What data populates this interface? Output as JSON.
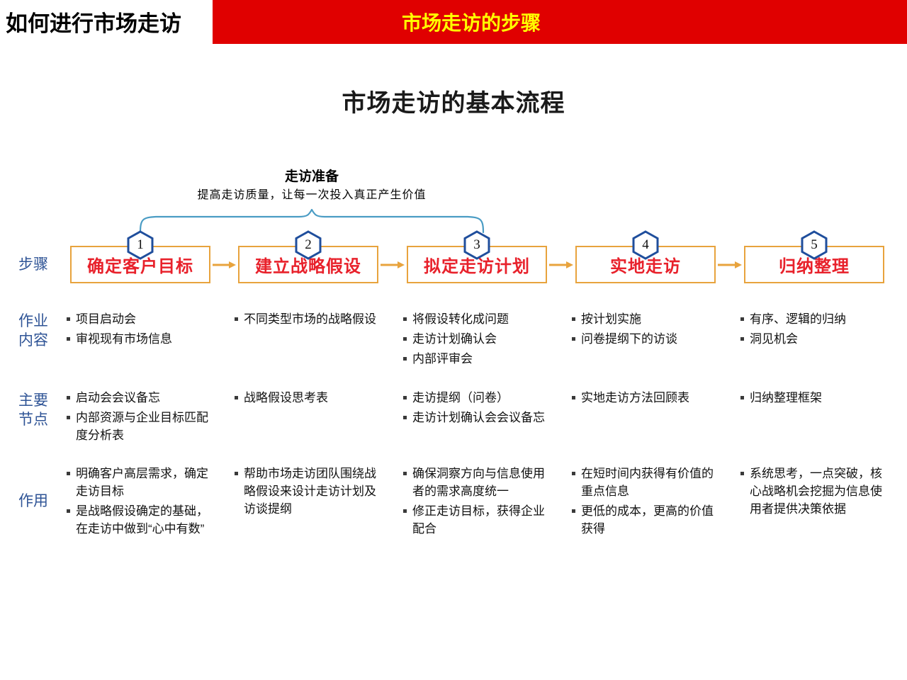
{
  "header": {
    "left_title": "如何进行市场走访",
    "center_title": "市场走访的步骤",
    "bar_color": "#e00000",
    "center_title_color": "#ffff00"
  },
  "slide": {
    "title": "市场走访的基本流程"
  },
  "prep": {
    "title": "走访准备",
    "subtitle": "提高走访质量，让每一次投入真正产生价值",
    "brace_color": "#4a9cc4",
    "spans_steps": [
      1,
      3
    ]
  },
  "row_labels": {
    "steps": "步骤",
    "tasks": "作业\n内容",
    "tasks_line1": "作业",
    "tasks_line2": "内容",
    "nodes_line1": "主要",
    "nodes_line2": "节点",
    "role": "作用",
    "color": "#2f5496"
  },
  "theme": {
    "box_border": "#e8a33d",
    "box_label": "#e8212b",
    "arrow": "#e8a33d",
    "hex_stroke": "#1f4e9c",
    "bullet": "#3a3a3a"
  },
  "steps": [
    {
      "number": "1",
      "label": "确定客户目标",
      "tasks": [
        "项目启动会",
        "审视现有市场信息"
      ],
      "nodes": [
        "启动会会议备忘",
        "内部资源与企业目标匹配度分析表"
      ],
      "role": [
        "明确客户高层需求，确定走访目标",
        "是战略假设确定的基础，在走访中做到“心中有数”"
      ]
    },
    {
      "number": "2",
      "label": "建立战略假设",
      "tasks": [
        "不同类型市场的战略假设"
      ],
      "nodes": [
        "战略假设思考表"
      ],
      "role": [
        "帮助市场走访团队围绕战略假设来设计走访计划及访谈提纲"
      ]
    },
    {
      "number": "3",
      "label": "拟定走访计划",
      "tasks": [
        "将假设转化成问题",
        "走访计划确认会",
        "内部评审会"
      ],
      "nodes": [
        "走访提纲（问卷）",
        "走访计划确认会会议备忘"
      ],
      "role": [
        "确保洞察方向与信息使用者的需求高度统一",
        "修正走访目标，获得企业配合"
      ]
    },
    {
      "number": "4",
      "label": "实地走访",
      "tasks": [
        "按计划实施",
        "问卷提纲下的访谈"
      ],
      "nodes": [
        "实地走访方法回顾表"
      ],
      "role": [
        "在短时间内获得有价值的重点信息",
        "更低的成本，更高的价值获得"
      ]
    },
    {
      "number": "5",
      "label": "归纳整理",
      "tasks": [
        "有序、逻辑的归纳",
        "洞见机会"
      ],
      "nodes": [
        "归纳整理框架"
      ],
      "role": [
        "系统思考，一点突破，核心战略机会挖掘为信息使用者提供决策依据"
      ]
    }
  ]
}
